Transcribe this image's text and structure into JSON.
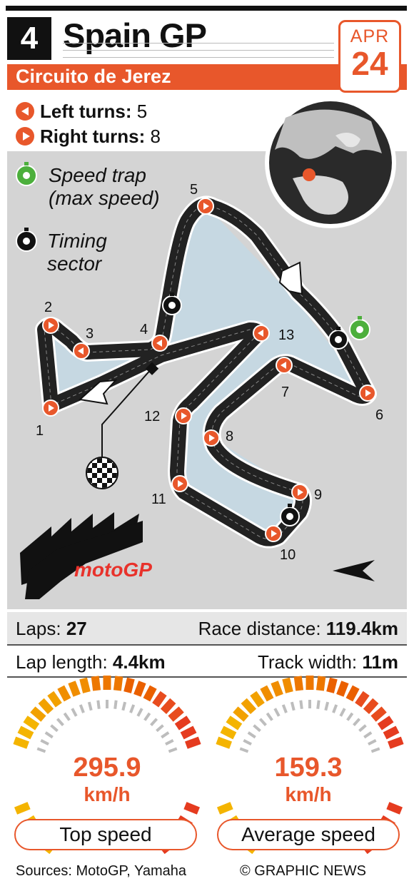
{
  "header": {
    "round": "4",
    "title": "Spain GP",
    "circuit": "Circuito de Jerez",
    "month": "APR",
    "day": "24"
  },
  "turns": {
    "left_label": "Left turns:",
    "left_value": "5",
    "right_label": "Right turns:",
    "right_value": "8"
  },
  "legend": {
    "speed_trap_line1": "Speed trap",
    "speed_trap_line2": "(max speed)",
    "timing_line1": "Timing",
    "timing_line2": "sector"
  },
  "turn_numbers": [
    "1",
    "2",
    "3",
    "4",
    "5",
    "6",
    "7",
    "8",
    "9",
    "10",
    "11",
    "12",
    "13"
  ],
  "logo": {
    "text": "motoGP"
  },
  "stats": {
    "laps_label": "Laps:",
    "laps_value": "27",
    "distance_label": "Race distance:",
    "distance_value": "119.4km",
    "lap_length_label": "Lap length:",
    "lap_length_value": "4.4km",
    "width_label": "Track width:",
    "width_value": "11m"
  },
  "gauges": [
    {
      "value": "295.9",
      "unit": "km/h",
      "label": "Top speed"
    },
    {
      "value": "159.3",
      "unit": "km/h",
      "label": "Average speed"
    }
  ],
  "footer": {
    "sources": "Sources: MotoGP, Yamaha",
    "credit": "© GRAPHIC NEWS"
  },
  "colors": {
    "accent": "#e8572b",
    "speed_trap": "#4caf3c",
    "track": "#3a3a3a",
    "infield": "#c6d8e2"
  }
}
